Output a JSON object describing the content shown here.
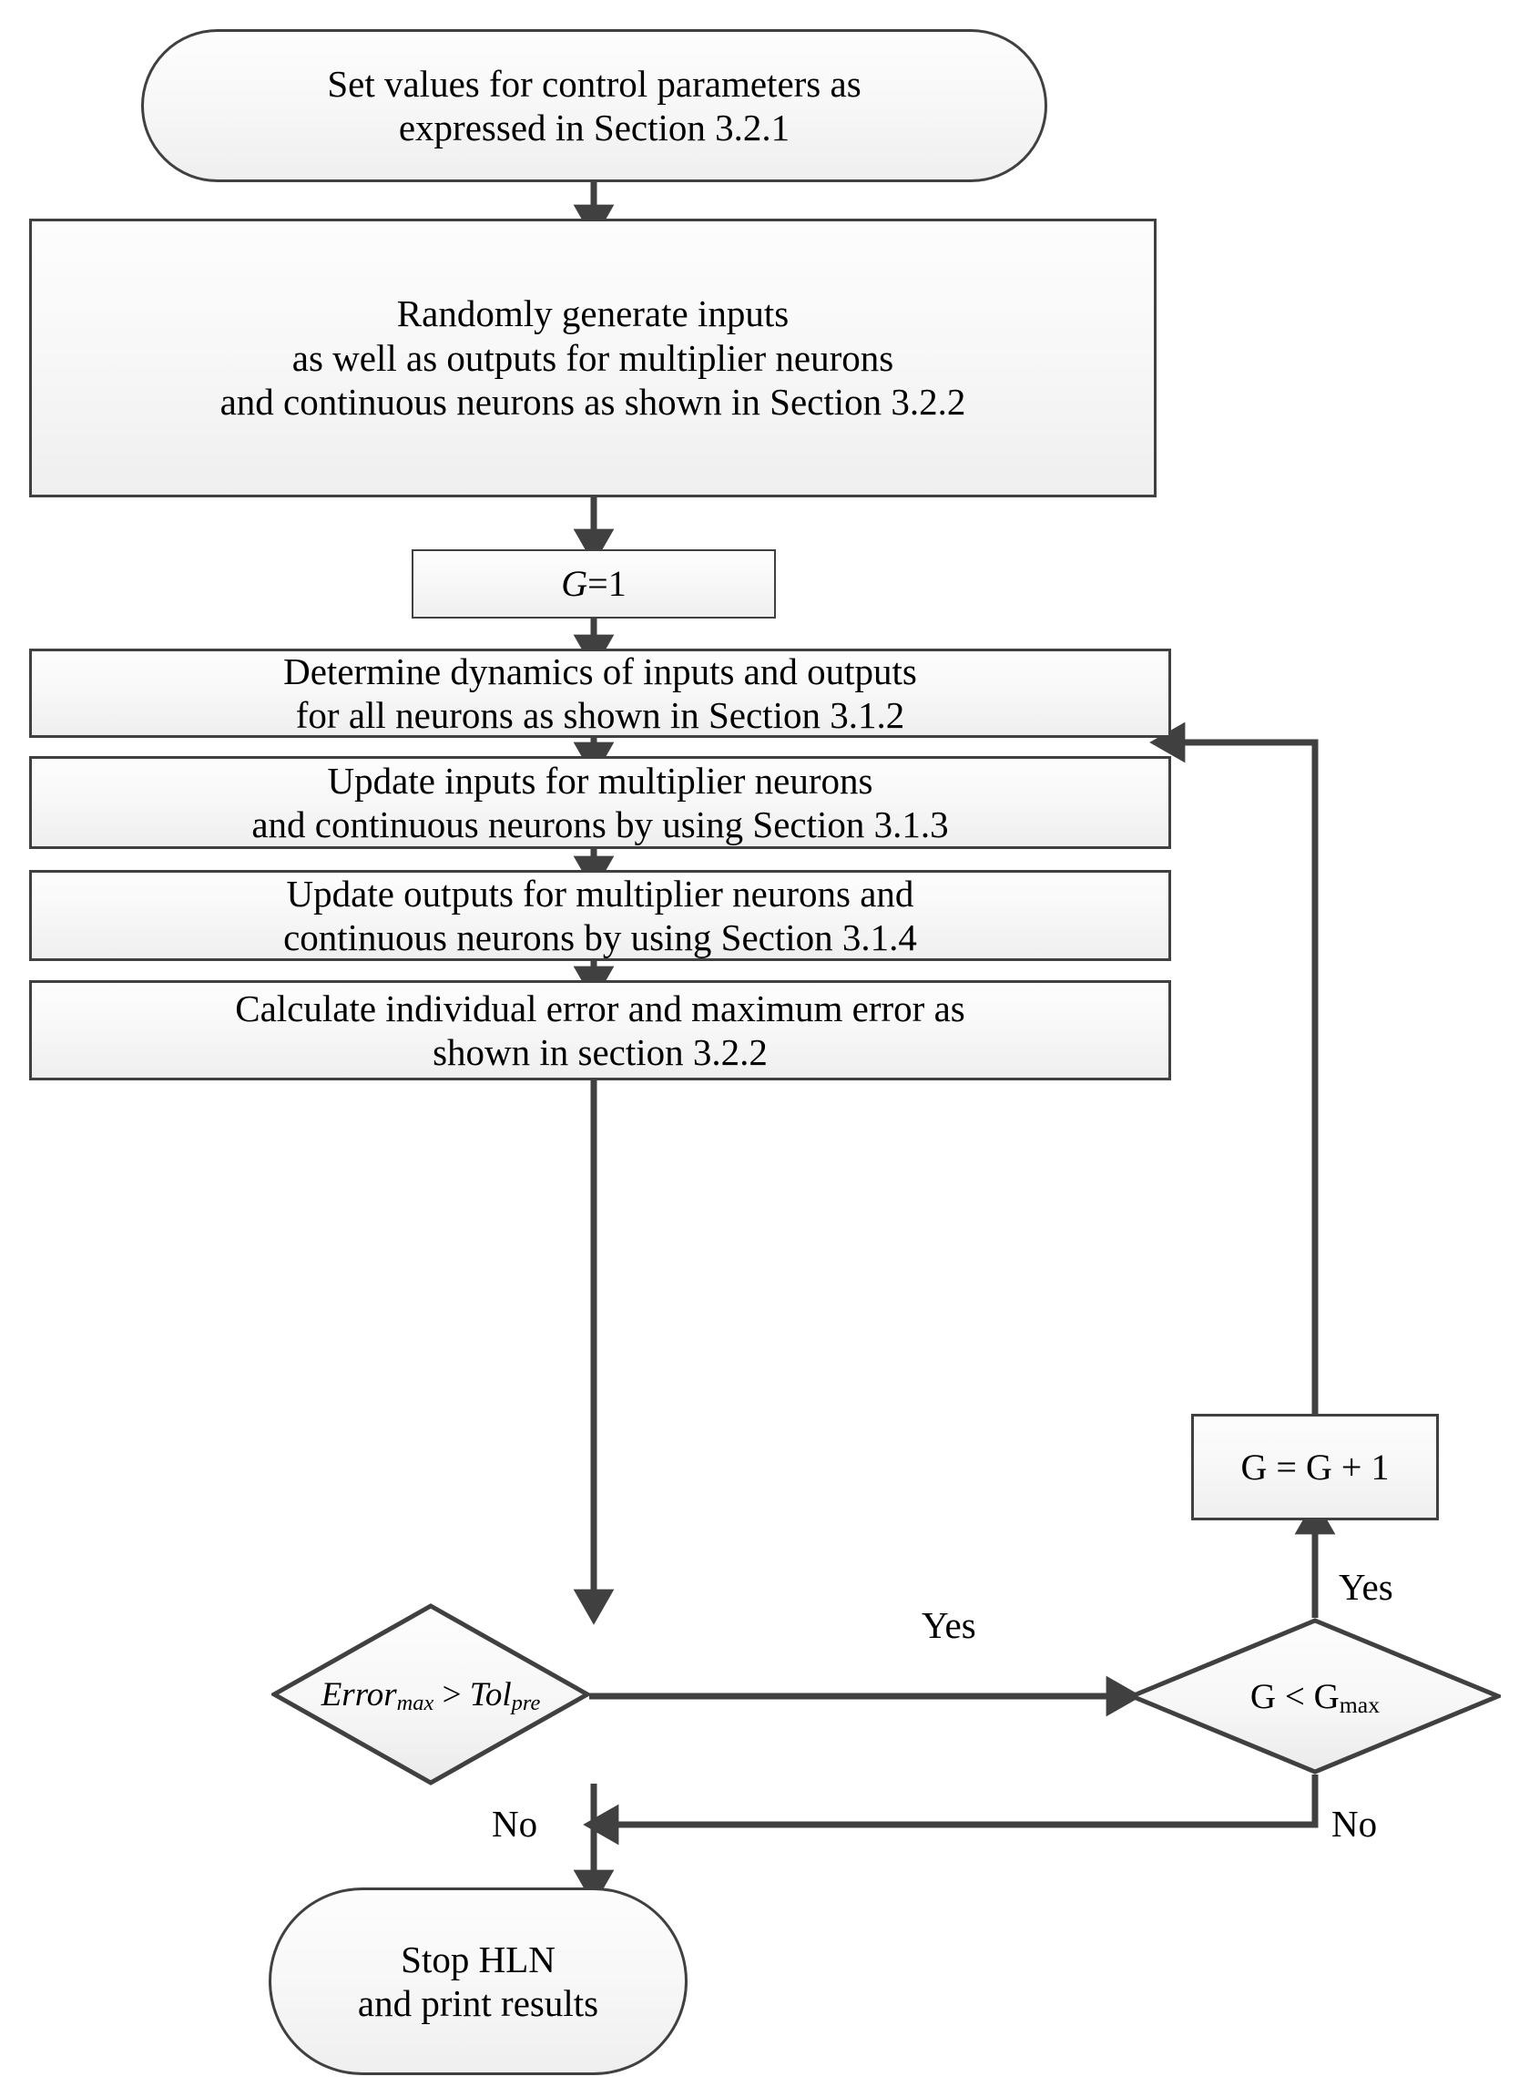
{
  "diagram": {
    "title": "HLN algorithm flowchart",
    "stroke_color": "#404040",
    "fill_color": "#f5f5f5",
    "text_color": "#000000"
  },
  "nodes": {
    "start": {
      "shape": "stadium",
      "line1": "Set values for control parameters as",
      "line2": "expressed in Section 3.2.1"
    },
    "randomly_generate": {
      "shape": "rect",
      "line1": "Randomly generate inputs",
      "line2": "as well as outputs for multiplier neurons",
      "line3": "and continuous neurons as shown in Section 3.2.2"
    },
    "g_init": {
      "shape": "rect",
      "var": "G",
      "rest": "=1"
    },
    "determine_dynamics": {
      "shape": "rect",
      "line1": "Determine dynamics of inputs and outputs",
      "line2": "for all neurons as shown in Section 3.1.2"
    },
    "update_inputs": {
      "shape": "rect",
      "line1": "Update inputs for multiplier neurons",
      "line2": "and continuous neurons by using Section 3.1.3"
    },
    "update_outputs": {
      "shape": "rect",
      "line1": "Update outputs for multiplier neurons and",
      "line2": "continuous neurons by using Section 3.1.4"
    },
    "calculate_error": {
      "shape": "rect",
      "line1": "Calculate individual error and maximum error as",
      "line2": "shown in section 3.2.2"
    },
    "error_decision": {
      "shape": "diamond",
      "lhs": "Error",
      "lhs_sub": "max",
      "op": ">",
      "rhs": "Tol",
      "rhs_sub": "pre"
    },
    "generation_decision": {
      "shape": "diamond",
      "lhs": "G",
      "op": "<",
      "rhs": "G",
      "rhs_sub": "max"
    },
    "increment_g": {
      "shape": "rect",
      "text": "G = G + 1"
    },
    "stop": {
      "shape": "stadium",
      "line1": "Stop HLN",
      "line2": "and print results"
    }
  },
  "edge_labels": {
    "error_yes": "Yes",
    "error_no": "No",
    "generation_yes": "Yes",
    "generation_no": "No"
  }
}
